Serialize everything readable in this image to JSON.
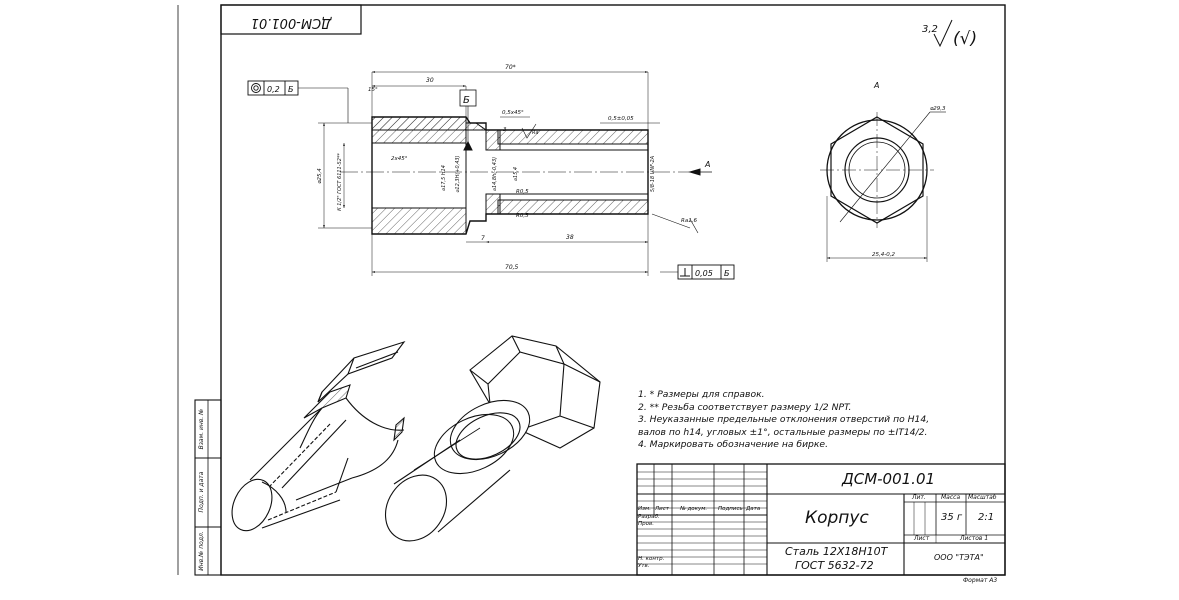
{
  "doc_code": "ДСМ-001.01",
  "doc_code_rotated": "ДСМ-001.01",
  "roughness": {
    "value": "3,2",
    "symbol": "(√)"
  },
  "tolerances": {
    "concentricity": {
      "value": "0,2",
      "datum": "Б"
    },
    "perpendicularity": {
      "value": "0,05",
      "datum": "Б"
    },
    "datum_label": "Б"
  },
  "section_label": "А",
  "view_label": "А",
  "dimensions": {
    "d30": "30",
    "d70": "70*",
    "d70_5": "70,5",
    "d38": "38",
    "d7": "7",
    "d15deg": "15°",
    "d05x45": "0,5х45°",
    "d05pm": "0,5±0,05",
    "d3": "3",
    "d2x45": "2х45°",
    "dia25_4": "⌀25,4",
    "k12": "К 1/2\" ГОСТ 6111-52**",
    "dia17_5": "⌀17,5 H14",
    "dia12_3": "⌀12,3H(+0,43)",
    "dia14_8": "⌀14,8h(-0,43)",
    "dia15_4": "⌀15,4",
    "unf": "5/8-18 UNF-2A",
    "r05a": "R0,5",
    "r05b": "R0,5",
    "ra16": "Ra1,6",
    "ra_small": "Ra",
    "dia29_3": "⌀29,3",
    "hex": "25,4-0,2"
  },
  "notes": [
    "1.  *   Размеры для справок.",
    "2.  **   Резьба соответствует размеру 1/2 NPT.",
    "3.  Неуказанные предельные отклонения отверстий по Н14,",
    "валов по h14, угловых ±1°, остальные размеры по ±IT14/2.",
    "4.   Маркировать обозначение на бирке."
  ],
  "stamp": {
    "designation": "ДСМ-001.01",
    "name": "Корпус",
    "material_line1": "Сталь 12Х18Н10Т",
    "material_line2": "ГОСТ 5632-72",
    "company": "ООО \"ТЭТА\"",
    "mass": "35 г",
    "scale": "2:1",
    "col_lit": "Лит.",
    "col_mass": "Масса",
    "col_scale": "Масштаб",
    "sheet": "Лист",
    "sheets": "Листов 1",
    "hdr_izm": "Изм.",
    "hdr_list": "Лист",
    "hdr_doc": "№ докум.",
    "hdr_sign": "Подпись",
    "hdr_date": "Дата",
    "razrab": "Разраб.",
    "prov": "Пров.",
    "nkontr": "Н. контр.",
    "utv": "Утв."
  },
  "format": "Формат А3",
  "side_labels": {
    "inv_podl": "Инв.№ подл.",
    "podp_data": "Подп. и дата",
    "vzam_inv": "Взам. инв. №"
  }
}
